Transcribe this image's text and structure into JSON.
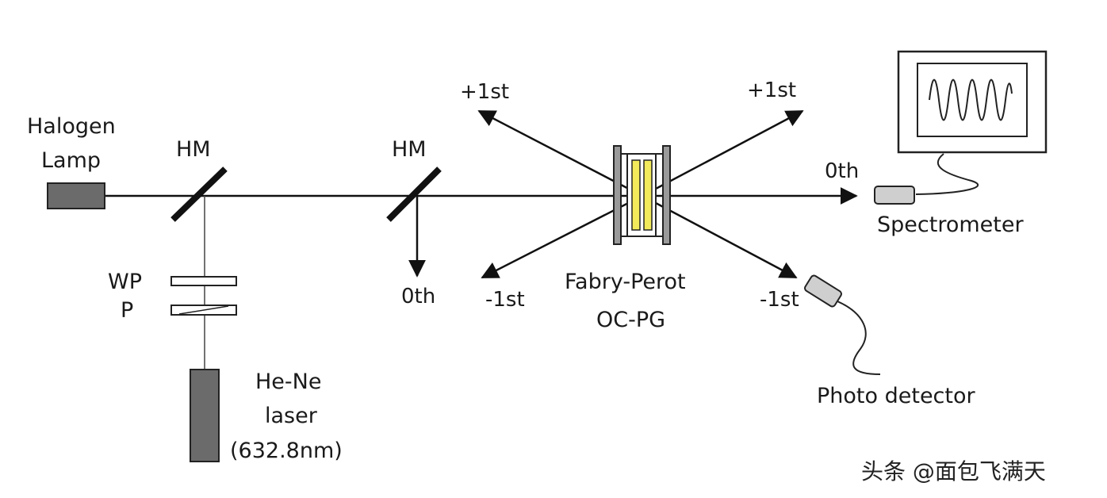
{
  "labels": {
    "halogen_line1": "Halogen",
    "halogen_line2": "Lamp",
    "hm1": "HM",
    "hm2": "HM",
    "wp": "WP",
    "p": "P",
    "laser_line1": "He-Ne",
    "laser_line2": "laser",
    "laser_line3": "(632.8nm)",
    "zeroth_down": "0th",
    "plus1_left": "+1st",
    "minus1_left": "-1st",
    "plus1_right": "+1st",
    "zeroth_right": "0th",
    "minus1_right": "-1st",
    "fp_line1": "Fabry-Perot",
    "fp_line2": "OC-PG",
    "spectrometer": "Spectrometer",
    "photo_detector": "Photo detector"
  },
  "watermark": "头条 @面包飞满天",
  "colors": {
    "line": "#111111",
    "component_fill": "#6b6b6b",
    "grating_yellow": "#f2ea5a",
    "plate_gray": "#9a9a9a",
    "detector_fill": "#cfcfcf"
  }
}
